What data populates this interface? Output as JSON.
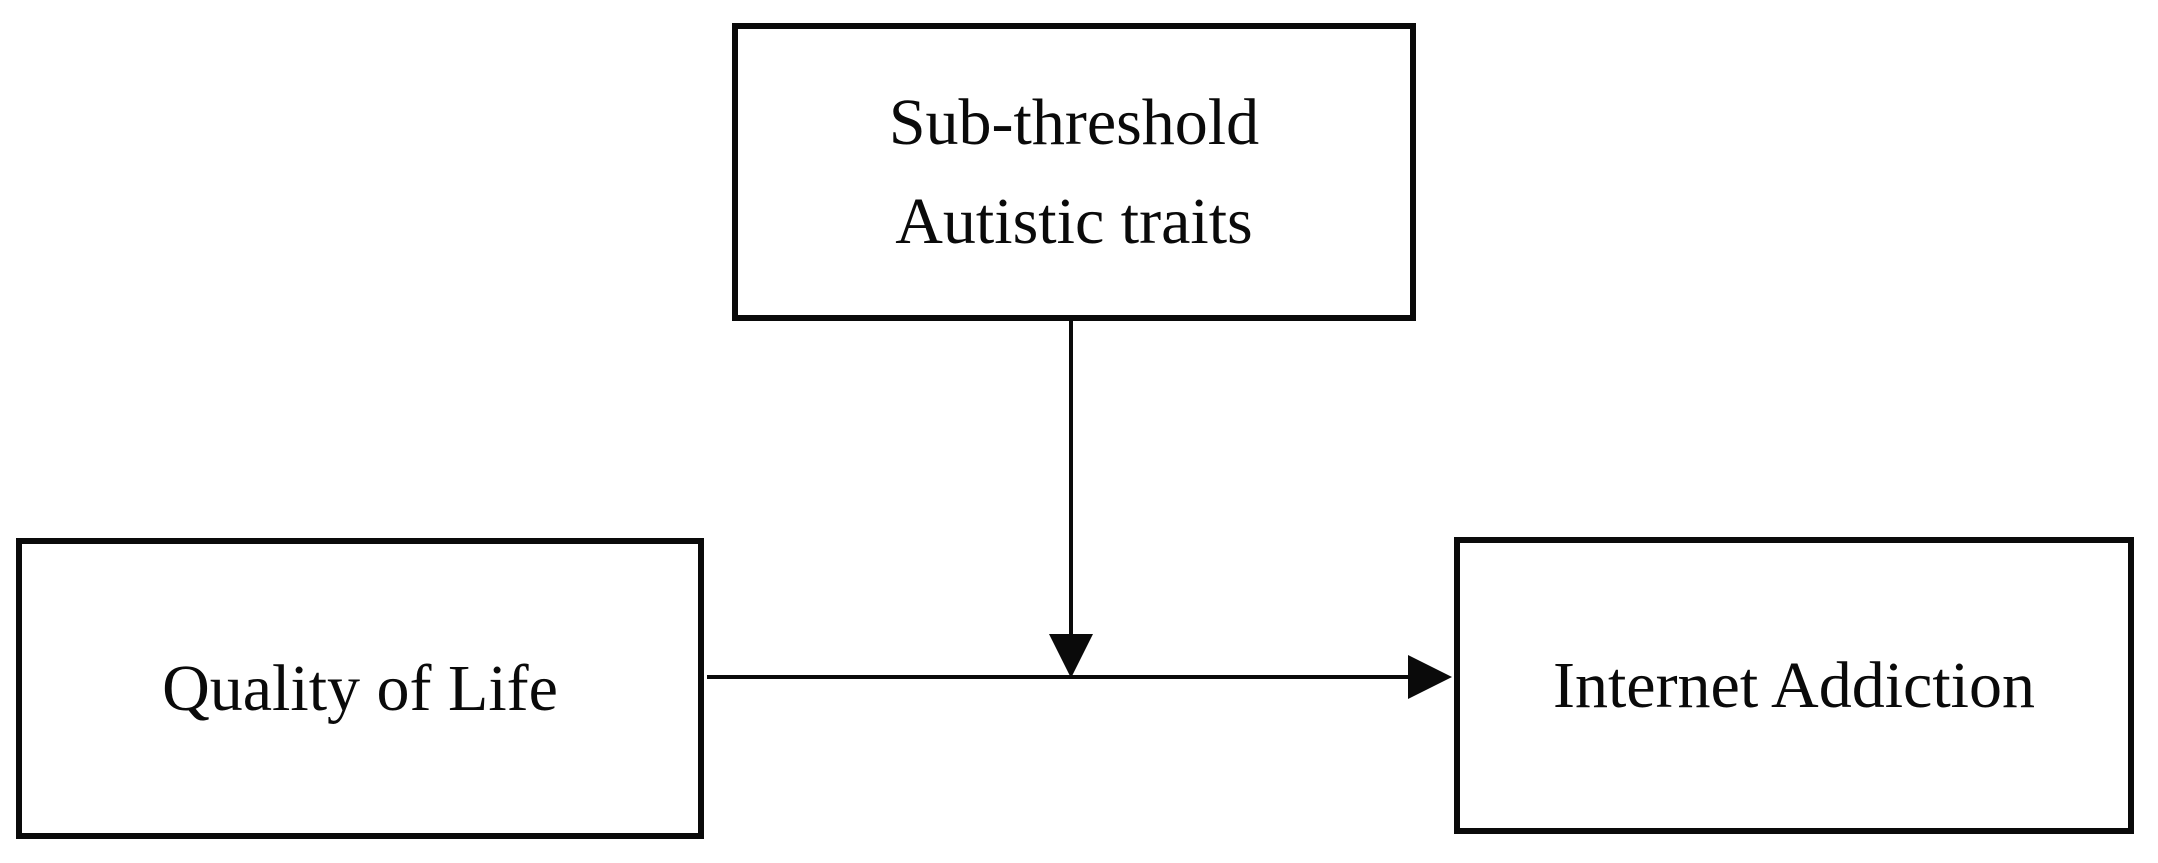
{
  "colors": {
    "background": "#ffffff",
    "line": "#0a0a0a",
    "text": "#0a0a0a"
  },
  "nodes": {
    "moderator": {
      "line1": "Sub-threshold",
      "line2": "Autistic traits"
    },
    "predictor": {
      "label": "Quality of Life"
    },
    "outcome": {
      "label": "Internet Addiction"
    }
  },
  "edges": [
    {
      "from": "Quality of Life",
      "to": "Internet Addiction",
      "style": "solid",
      "arrowhead": "filled-triangle-right"
    },
    {
      "from": "Sub-threshold Autistic traits",
      "to": "path: Quality of Life -> Internet Addiction",
      "style": "solid",
      "arrowhead": "filled-triangle-down"
    }
  ]
}
